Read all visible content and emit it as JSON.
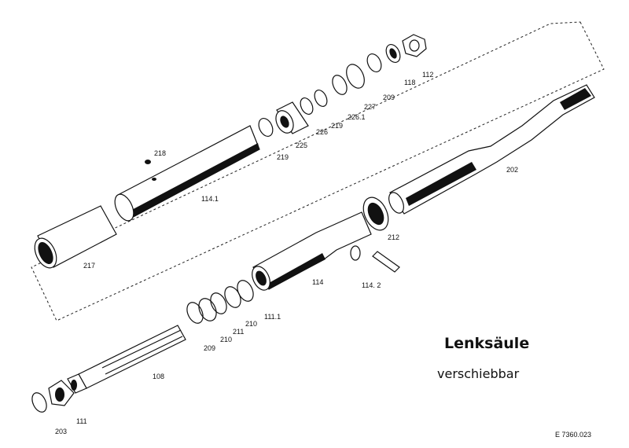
{
  "title": "Lenksäule",
  "subtitle": "verschiebbar",
  "drawing_code": "E 7360.023",
  "parts": {
    "p112": "112",
    "p118": "118",
    "p209a": "209",
    "p227": "227",
    "p226_1": "226.1",
    "p219a": "219",
    "p226": "226",
    "p225": "225",
    "p219b": "219",
    "p218": "218",
    "p114_1": "114.1",
    "p202": "202",
    "p212": "212",
    "p217": "217",
    "p114": "114",
    "p114_2": "114. 2",
    "p111_1": "111.1",
    "p210a": "210",
    "p211": "211",
    "p210b": "210",
    "p209b": "209",
    "p108": "108",
    "p111": "111",
    "p203": "203"
  }
}
